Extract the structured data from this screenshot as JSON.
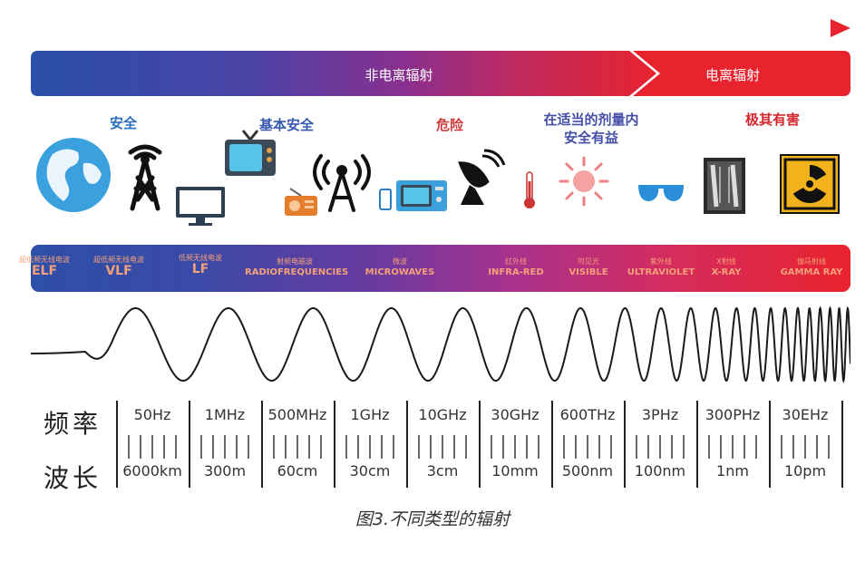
{
  "banner": {
    "non_ionizing": "非电离辐射",
    "ionizing": "电离辐射",
    "colors": {
      "start": "#2a4fa8",
      "mid": "#8a2f8f",
      "end": "#e8232e"
    }
  },
  "safety_labels": {
    "safe": "安全",
    "basic_safe": "基本安全",
    "danger": "危险",
    "proper_dose_line1": "在适当的剂量内",
    "proper_dose_line2": "安全有益",
    "very_harmful": "极其有害"
  },
  "icons": [
    "globe-icon",
    "transmission-tower-icon",
    "monitor-icon",
    "television-icon",
    "radio-icon",
    "antenna-icon",
    "phone-icon",
    "microwave-oven-icon",
    "satellite-dish-icon",
    "thermometer-icon",
    "sun-icon",
    "sunglasses-icon",
    "xray-film-icon",
    "radiation-sign-icon"
  ],
  "bands": [
    {
      "cn": "超低频无线电波",
      "en": "ELF"
    },
    {
      "cn": "超低频无线电波",
      "en": "VLF"
    },
    {
      "cn": "低频无线电波",
      "en": "LF"
    },
    {
      "cn": "射频电磁波",
      "en": "RADIOFREQUENCIES"
    },
    {
      "cn": "微波",
      "en": "MICROWAVES"
    },
    {
      "cn": "红外线",
      "en": "INFRA-RED"
    },
    {
      "cn": "可见光",
      "en": "VISIBLE"
    },
    {
      "cn": "紫外线",
      "en": "ULTRAVIOLET"
    },
    {
      "cn": "X射线",
      "en": "X-RAY"
    },
    {
      "cn": "伽马射线",
      "en": "GAMMA RAY"
    }
  ],
  "scale": {
    "frequency_label": "频率",
    "wavelength_label": "波长",
    "frequencies": [
      "50Hz",
      "1MHz",
      "500MHz",
      "1GHz",
      "10GHz",
      "30GHz",
      "600THz",
      "3PHz",
      "300PHz",
      "30EHz"
    ],
    "wavelengths": [
      "6000km",
      "300m",
      "60cm",
      "30cm",
      "3cm",
      "10mm",
      "500nm",
      "100nm",
      "1nm",
      "10pm"
    ]
  },
  "caption": "图3.不同类型的辐射"
}
